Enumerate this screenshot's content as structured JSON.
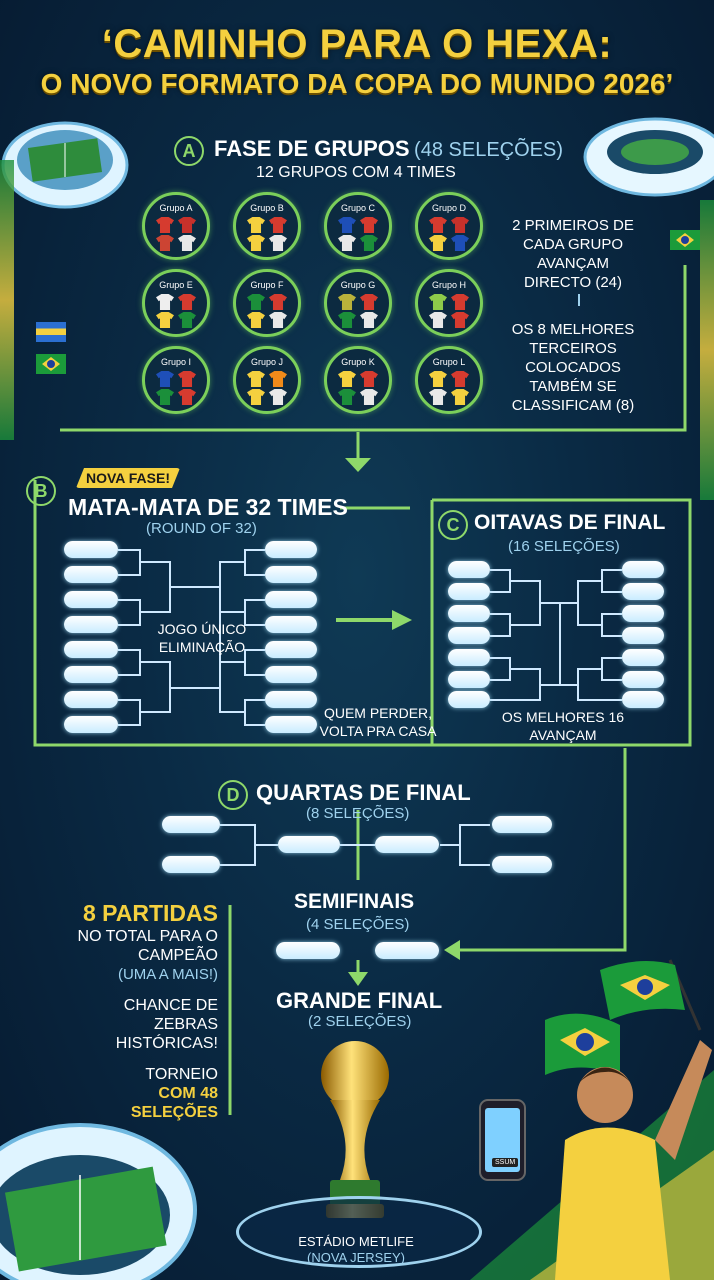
{
  "title": {
    "line1": "‘CAMINHO PARA O HEXA:",
    "line2": "O NOVO FORMATO DA COPA DO MUNDO 2026’"
  },
  "group_stage": {
    "badge": "A",
    "heading": "FASE DE GRUPOS",
    "heading_note": "(48 SELEÇÕES)",
    "subheading": "12 GRUPOS COM 4 TIMES",
    "groups": [
      "Grupo A",
      "Grupo B",
      "Grupo C",
      "Grupo D",
      "Grupo E",
      "Grupo F",
      "Grupo G",
      "Grupo H",
      "Grupo I",
      "Grupo J",
      "Grupo K",
      "Grupo L"
    ],
    "advance_top": "2 PRIMEIROS DE CADA GRUPO AVANÇAM DIRECTO (24)",
    "advance_third": "OS 8 MELHORES TERCEIROS COLOCADOS TAMBÉM SE CLASSIFICAM (8)"
  },
  "round32": {
    "tag": "NOVA FASE!",
    "badge": "B",
    "heading": "MATA-MATA DE 32 TIMES",
    "subheading": "(ROUND OF 32)",
    "note1": "JOGO ÚNICO ELIMINAÇÃO",
    "note2": "QUEM PERDER, VOLTA PRA CASA"
  },
  "round16": {
    "badge": "C",
    "heading": "OITAVAS DE FINAL",
    "subheading": "(16 SELEÇÕES)",
    "note": "OS MELHORES 16 AVANÇAM"
  },
  "quarters": {
    "badge": "D",
    "heading": "QUARTAS DE FINAL",
    "subheading": "(8 SELEÇÕES)"
  },
  "semis": {
    "heading": "SEMIFINAIS",
    "subheading": "(4 SELEÇÕES)"
  },
  "final": {
    "heading": "GRANDE FINAL",
    "subheading": "(2 SELEÇÕES)",
    "venue": "ESTÁDIO METLIFE",
    "venue_sub": "(NOVA JERSEY)"
  },
  "facts": {
    "matches": "8 PARTIDAS",
    "matches_line": "NO TOTAL PARA O CAMPEÃO",
    "matches_note": "(UMA A MAIS!)",
    "upsets": "CHANCE DE ZEBRAS HISTÓRICAS!",
    "tournament": "TORNEIO",
    "tournament_hl": "COM 48 SELEÇÕES"
  },
  "phone_label": "SSUM",
  "colors": {
    "accent": "#8ed86a",
    "gold": "#f4d03f",
    "cyan": "#9fd2ee",
    "bg": "#0a2a44"
  }
}
